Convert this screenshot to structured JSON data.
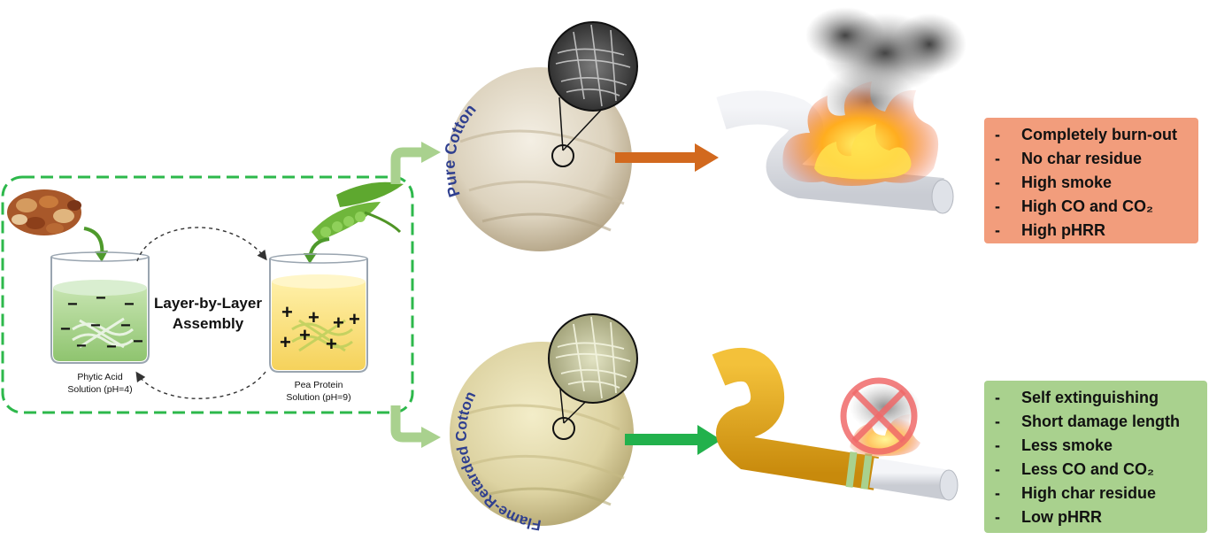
{
  "lbl": {
    "layer_assembly_line1": "Layer-by-Layer",
    "layer_assembly_line2": "Assembly",
    "phytic_line1": "Phytic Acid",
    "phytic_line2": "Solution (pH=4)",
    "pea_line1": "Pea Protein",
    "pea_line2": "Solution (pH=9)",
    "pure_cotton": "Pure Cotton",
    "fr_cotton": "Flame-Retarded Cotton"
  },
  "props": {
    "pure": [
      "Completely burn-out",
      "No char residue",
      "High smoke",
      "High CO and CO₂",
      "High pHRR"
    ],
    "fr": [
      "Self extinguishing",
      "Short damage length",
      "Less smoke",
      "Less CO and CO₂",
      "High char residue",
      "Low pHRR"
    ]
  },
  "colors": {
    "pure_box": "#f29d7c",
    "fr_box": "#a9d18e",
    "dashed_border": "#2db84b",
    "orange_arrow": "#d2691e",
    "green_arrow": "#22b14c",
    "flow_arrow": "#a9d18e",
    "fabric_label": "#2f3f8f",
    "treated_tube": "#e6a817",
    "plain_tube": "#e6e8ec"
  },
  "icons": {
    "nuts": "nuts-icon",
    "peas": "pea-pod-icon",
    "fire": "fire-icon",
    "prohibited": "no-fire-icon"
  }
}
